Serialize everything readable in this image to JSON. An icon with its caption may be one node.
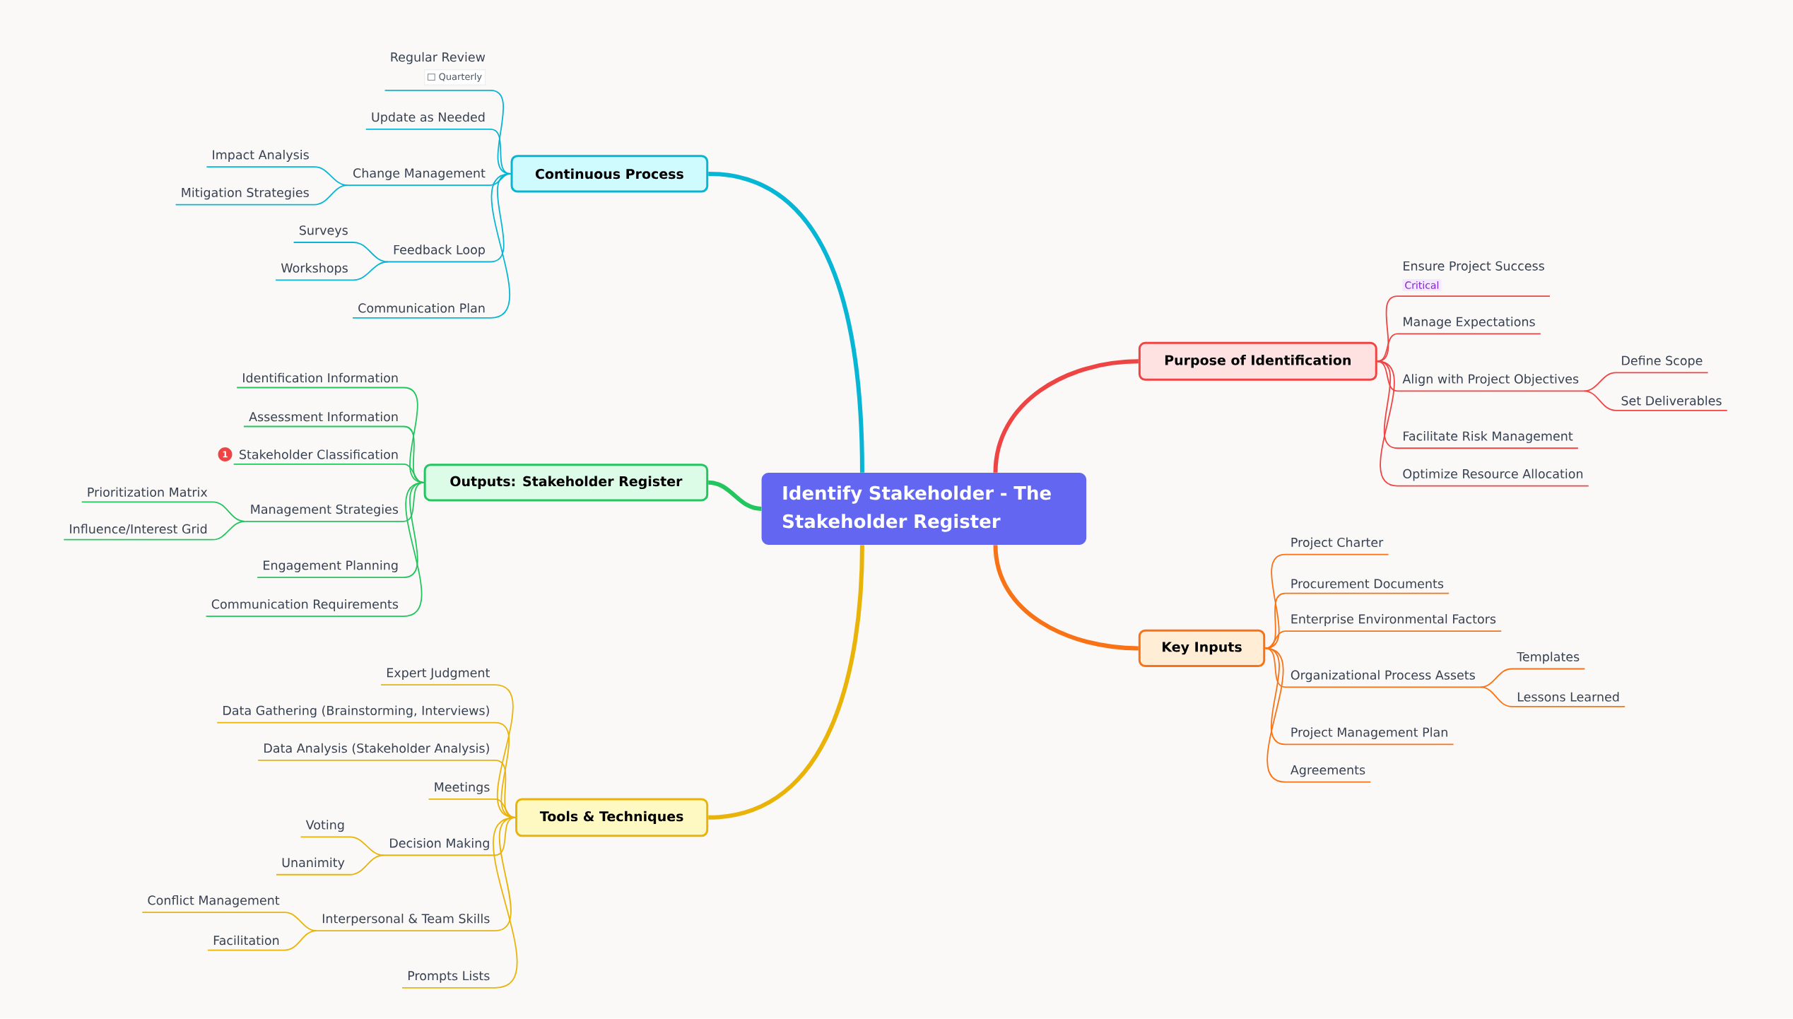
{
  "diagram": {
    "nodes": [
      {
        "text": [
          "Identify Stakeholder - The Stakeholder Register"
        ]
      },
      {
        "text": [
          "Continuous Process"
        ]
      },
      {
        "text": [
          "Regular Review",
          "Quarterly"
        ]
      },
      {
        "text": [
          "Update as Needed"
        ]
      },
      {
        "text": [
          "Change Management"
        ]
      },
      {
        "text": [
          "Impact Analysis"
        ]
      },
      {
        "text": [
          "Mitigation Strategies"
        ]
      },
      {
        "text": [
          "Feedback Loop"
        ]
      },
      {
        "text": [
          "Surveys"
        ]
      },
      {
        "text": [
          "Workshops"
        ]
      },
      {
        "text": [
          "Communication Plan"
        ]
      },
      {
        "text": [
          "Purpose of Identification"
        ]
      },
      {
        "text": [
          "Ensure Project Success",
          "Critical"
        ]
      },
      {
        "text": [
          "Manage Expectations"
        ]
      },
      {
        "text": [
          "Align with Project Objectives"
        ]
      },
      {
        "text": [
          "Define Scope"
        ]
      },
      {
        "text": [
          "Set Deliverables"
        ]
      },
      {
        "text": [
          "Facilitate Risk Management"
        ]
      },
      {
        "text": [
          "Optimize Resource Allocation"
        ]
      },
      {
        "text": [
          "Outputs: Stakeholder Register"
        ]
      },
      {
        "text": [
          "Identification Information"
        ]
      },
      {
        "text": [
          "Assessment Information"
        ]
      },
      {
        "text": [
          "Stakeholder Classification"
        ],
        "beside": [
          "1"
        ]
      },
      {
        "text": [
          "Management Strategies"
        ]
      },
      {
        "text": [
          "Prioritization Matrix"
        ]
      },
      {
        "text": [
          "Influence/Interest Grid"
        ]
      },
      {
        "text": [
          "Engagement Planning"
        ]
      },
      {
        "text": [
          "Communication Requirements"
        ]
      },
      {
        "text": [
          "Tools & Techniques"
        ]
      },
      {
        "text": [
          "Expert Judgment"
        ]
      },
      {
        "text": [
          "Data Gathering (Brainstorming, Interviews)"
        ]
      },
      {
        "text": [
          "Data Analysis (Stakeholder Analysis)"
        ]
      },
      {
        "text": [
          "Meetings"
        ]
      },
      {
        "text": [
          "Decision Making"
        ]
      },
      {
        "text": [
          "Voting"
        ]
      },
      {
        "text": [
          "Unanimity"
        ]
      },
      {
        "text": [
          "Interpersonal & Team Skills"
        ]
      },
      {
        "text": [
          "Conflict Management"
        ]
      },
      {
        "text": [
          "Facilitation"
        ]
      },
      {
        "text": [
          "Prompts Lists"
        ]
      },
      {
        "text": [
          "Key Inputs"
        ]
      },
      {
        "text": [
          "Project Charter"
        ]
      },
      {
        "text": [
          "Procurement Documents"
        ]
      },
      {
        "text": [
          "Enterprise Environmental Factors"
        ]
      },
      {
        "text": [
          "Organizational Process Assets"
        ]
      },
      {
        "text": [
          "Templates"
        ]
      },
      {
        "text": [
          "Lessons Learned"
        ]
      },
      {
        "text": [
          "Project Management Plan"
        ]
      },
      {
        "text": [
          "Agreements"
        ]
      }
    ],
    "edges": [
      {
        "from": 0,
        "to": 1,
        "arrow": "none",
        "style": "thick",
        "color": "#06b6d4"
      },
      {
        "from": 1,
        "to": 2,
        "arrow": "none",
        "color": "#06b6d4"
      },
      {
        "from": 1,
        "to": 3,
        "arrow": "none",
        "color": "#06b6d4"
      },
      {
        "from": 1,
        "to": 4,
        "arrow": "none",
        "color": "#06b6d4"
      },
      {
        "from": 4,
        "to": 5,
        "arrow": "none",
        "color": "#06b6d4"
      },
      {
        "from": 4,
        "to": 6,
        "arrow": "none",
        "color": "#06b6d4"
      },
      {
        "from": 1,
        "to": 7,
        "arrow": "none",
        "color": "#06b6d4"
      },
      {
        "from": 7,
        "to": 8,
        "arrow": "none",
        "color": "#06b6d4"
      },
      {
        "from": 7,
        "to": 9,
        "arrow": "none",
        "color": "#06b6d4"
      },
      {
        "from": 1,
        "to": 10,
        "arrow": "none",
        "color": "#06b6d4"
      },
      {
        "from": 0,
        "to": 11,
        "arrow": "none",
        "style": "thick",
        "color": "#ef4444"
      },
      {
        "from": 11,
        "to": 12,
        "arrow": "none",
        "color": "#ef4444"
      },
      {
        "from": 11,
        "to": 13,
        "arrow": "none",
        "color": "#ef4444"
      },
      {
        "from": 11,
        "to": 14,
        "arrow": "none",
        "color": "#ef4444"
      },
      {
        "from": 14,
        "to": 15,
        "arrow": "none",
        "color": "#ef4444"
      },
      {
        "from": 14,
        "to": 16,
        "arrow": "none",
        "color": "#ef4444"
      },
      {
        "from": 11,
        "to": 17,
        "arrow": "none",
        "color": "#ef4444"
      },
      {
        "from": 11,
        "to": 18,
        "arrow": "none",
        "color": "#ef4444"
      },
      {
        "from": 0,
        "to": 19,
        "arrow": "none",
        "style": "thick",
        "color": "#22c55e"
      },
      {
        "from": 19,
        "to": 20,
        "arrow": "none",
        "color": "#22c55e"
      },
      {
        "from": 19,
        "to": 21,
        "arrow": "none",
        "color": "#22c55e"
      },
      {
        "from": 19,
        "to": 22,
        "arrow": "none",
        "color": "#22c55e"
      },
      {
        "from": 19,
        "to": 23,
        "arrow": "none",
        "color": "#22c55e"
      },
      {
        "from": 23,
        "to": 24,
        "arrow": "none",
        "color": "#22c55e"
      },
      {
        "from": 23,
        "to": 25,
        "arrow": "none",
        "color": "#22c55e"
      },
      {
        "from": 19,
        "to": 26,
        "arrow": "none",
        "color": "#22c55e"
      },
      {
        "from": 19,
        "to": 27,
        "arrow": "none",
        "color": "#22c55e"
      },
      {
        "from": 0,
        "to": 28,
        "arrow": "none",
        "style": "thick",
        "color": "#eab308"
      },
      {
        "from": 28,
        "to": 29,
        "arrow": "none",
        "color": "#eab308"
      },
      {
        "from": 28,
        "to": 30,
        "arrow": "none",
        "color": "#eab308"
      },
      {
        "from": 28,
        "to": 31,
        "arrow": "none",
        "color": "#eab308"
      },
      {
        "from": 28,
        "to": 32,
        "arrow": "none",
        "color": "#eab308"
      },
      {
        "from": 28,
        "to": 33,
        "arrow": "none",
        "color": "#eab308"
      },
      {
        "from": 33,
        "to": 34,
        "arrow": "none",
        "color": "#eab308"
      },
      {
        "from": 33,
        "to": 35,
        "arrow": "none",
        "color": "#eab308"
      },
      {
        "from": 28,
        "to": 36,
        "arrow": "none",
        "color": "#eab308"
      },
      {
        "from": 36,
        "to": 37,
        "arrow": "none",
        "color": "#eab308"
      },
      {
        "from": 36,
        "to": 38,
        "arrow": "none",
        "color": "#eab308"
      },
      {
        "from": 28,
        "to": 39,
        "arrow": "none",
        "color": "#eab308"
      },
      {
        "from": 0,
        "to": 40,
        "arrow": "none",
        "style": "thick",
        "color": "#f97316"
      },
      {
        "from": 40,
        "to": 41,
        "arrow": "none",
        "color": "#f97316"
      },
      {
        "from": 40,
        "to": 42,
        "arrow": "none",
        "color": "#f97316"
      },
      {
        "from": 40,
        "to": 43,
        "arrow": "none",
        "color": "#f97316"
      },
      {
        "from": 40,
        "to": 44,
        "arrow": "none",
        "color": "#f97316"
      },
      {
        "from": 44,
        "to": 45,
        "arrow": "none",
        "color": "#f97316"
      },
      {
        "from": 44,
        "to": 46,
        "arrow": "none",
        "color": "#f97316"
      },
      {
        "from": 40,
        "to": 47,
        "arrow": "none",
        "color": "#f97316"
      },
      {
        "from": 40,
        "to": 48,
        "arrow": "none",
        "color": "#f97316"
      }
    ]
  }
}
